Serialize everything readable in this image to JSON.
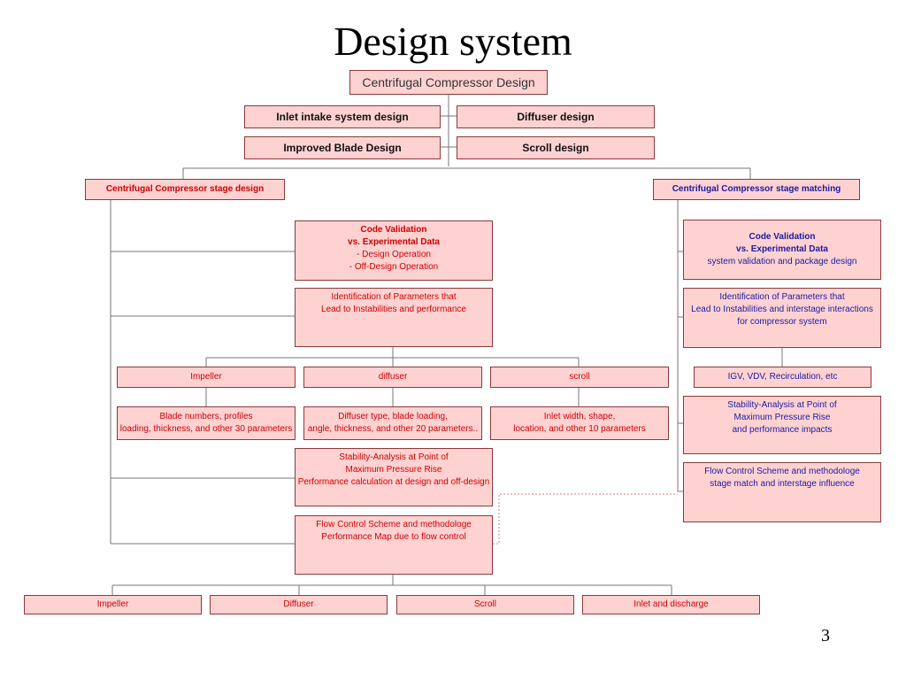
{
  "title": "Design system",
  "page_number": "3",
  "root": "Centrifugal Compressor Design",
  "top_row1": {
    "left": "Inlet intake system design",
    "right": "Diffuser design"
  },
  "top_row2": {
    "left": "Improved Blade Design",
    "right": "Scroll design"
  },
  "stage_design": {
    "header": "Centrifugal Compressor stage design",
    "code_validation": [
      "Code Validation",
      "vs. Experimental Data",
      "- Design Operation",
      "- Off-Design Operation"
    ],
    "identification": [
      "Identification of Parameters that",
      "Lead to Instabilities and performance"
    ],
    "components": [
      "Impeller",
      "diffuser",
      "scroll"
    ],
    "component_params": [
      [
        "Blade numbers, profiles",
        "loading, thickness, and other 30 parameters"
      ],
      [
        "Diffuser type, blade loading,",
        "angle, thickness, and other 20 parameters.."
      ],
      [
        "Inlet width, shape,",
        "location, and other 10 parameters"
      ]
    ],
    "stability": [
      "Stability-Analysis at Point of",
      "Maximum Pressure Rise",
      "Performance calculation at design and off-design"
    ],
    "flow_control": [
      "Flow Control Scheme and methodologe",
      "Performance Map due to flow control"
    ]
  },
  "stage_matching": {
    "header": "Centrifugal Compressor stage matching",
    "code_validation": [
      "Code Validation",
      "vs. Experimental Data",
      "system validation and package design"
    ],
    "identification": [
      "Identification of Parameters that",
      "Lead to Instabilities and interstage interactions",
      "for compressor system"
    ],
    "igv": "IGV, VDV, Recirculation, etc",
    "stability": [
      "Stability-Analysis at Point of",
      "Maximum Pressure Rise",
      "and performance impacts"
    ],
    "flow_control": [
      "Flow Control Scheme and methodologe",
      "stage match and interstage influence"
    ]
  },
  "bottom_row": [
    "Impeller",
    "Diffuser",
    "Scroll",
    "Inlet and discharge"
  ]
}
